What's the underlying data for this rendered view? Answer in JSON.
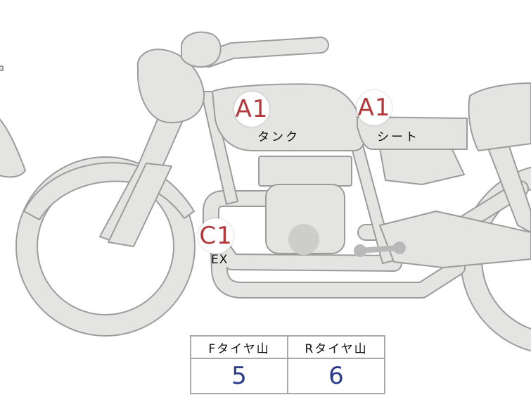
{
  "markers": [
    {
      "id": "tank",
      "code": "A1",
      "label": "タンク"
    },
    {
      "id": "seat",
      "code": "A1",
      "label": "シート"
    },
    {
      "id": "exhaust",
      "code": "C1",
      "label": "EX"
    }
  ],
  "tire_table": {
    "headers": [
      "Fタイヤ山",
      "Rタイヤ山"
    ],
    "values": [
      "5",
      "6"
    ]
  },
  "colors": {
    "body_fill": "#e4e4e2",
    "outline": "#9c9c9c",
    "marker_code": "#b5383c",
    "table_value": "#2a3b8c"
  }
}
